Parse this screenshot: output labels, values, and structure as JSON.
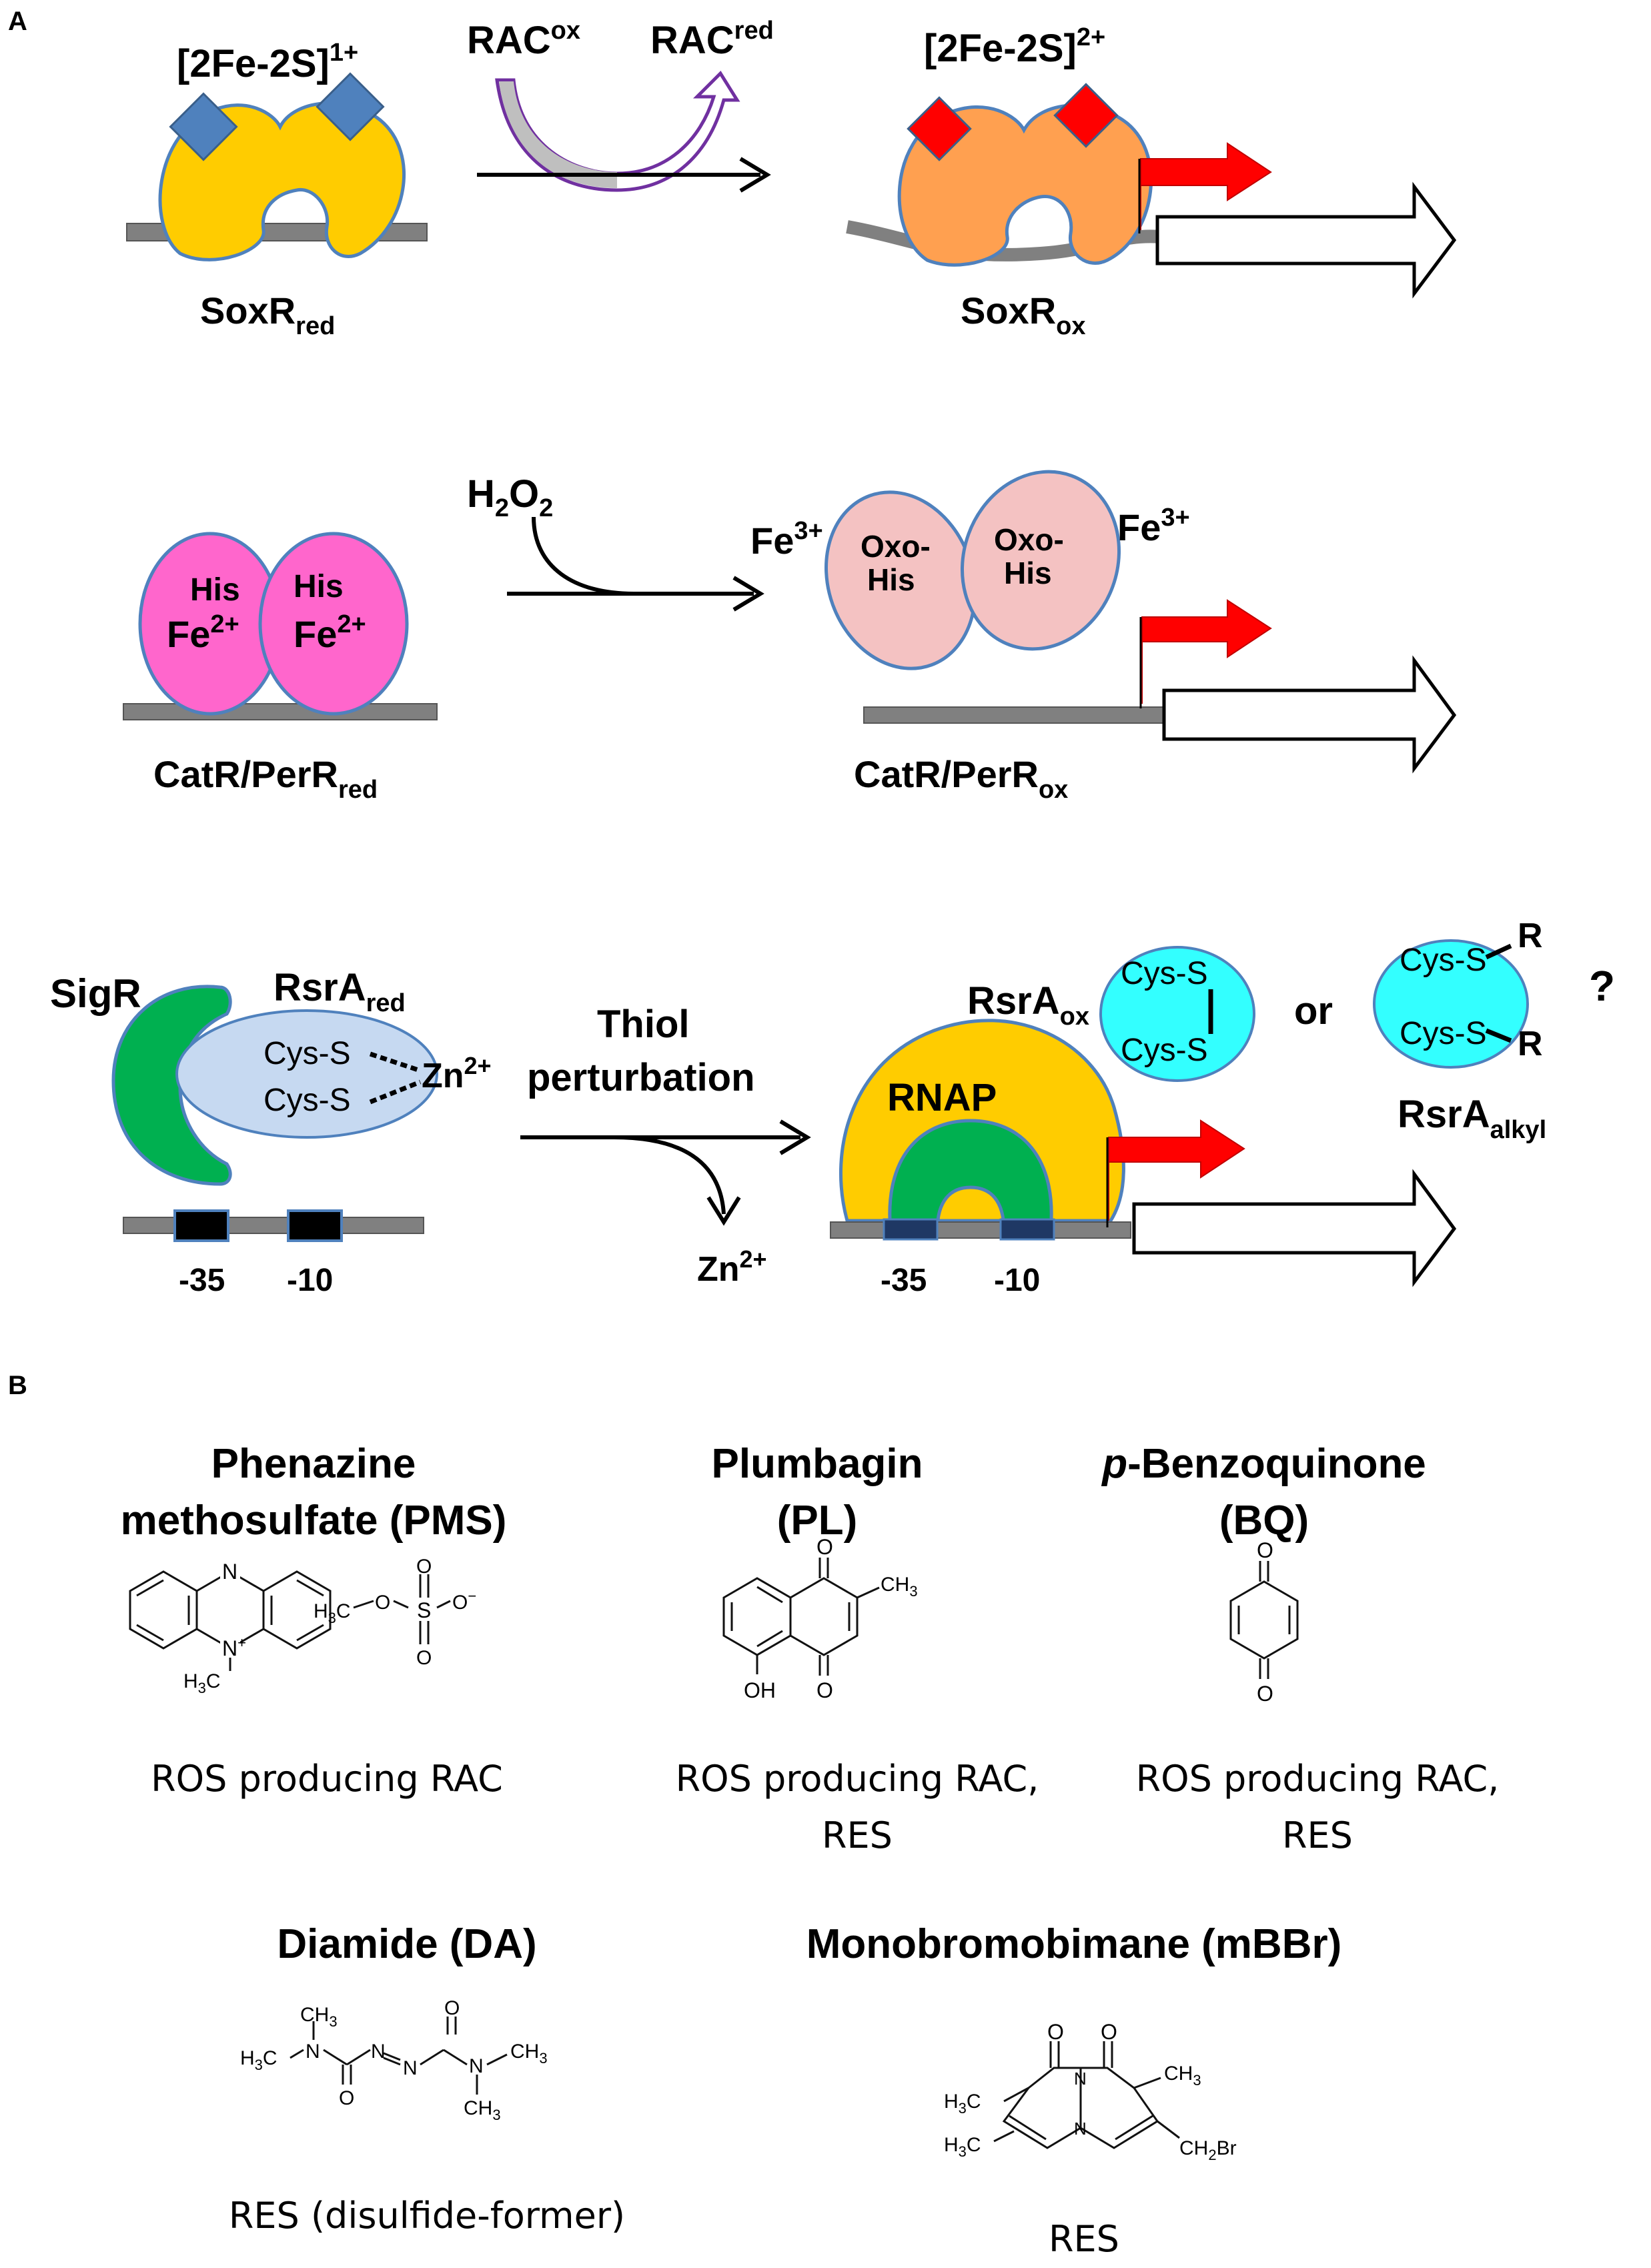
{
  "panelA": {
    "label": "A",
    "row1": {
      "cluster_red": "[2Fe-2S]",
      "cluster_red_sup": "1+",
      "rac_ox": "RAC",
      "rac_ox_sup": "ox",
      "rac_red": "RAC",
      "rac_red_sup": "red",
      "cluster_ox": "[2Fe-2S]",
      "cluster_ox_sup": "2+",
      "soxr_red": "SoxR",
      "soxr_red_sub": "red",
      "soxr_ox": "SoxR",
      "soxr_ox_sub": "ox"
    },
    "row2": {
      "h2o2_h": "H",
      "h2o2_sub1": "2",
      "h2o2_o": "O",
      "h2o2_sub2": "2",
      "his": "His",
      "fe2": "Fe",
      "fe2_sup": "2+",
      "fe3": "Fe",
      "fe3_sup": "3+",
      "oxo": "Oxo-",
      "oxo_his": "His",
      "catr_red": "CatR/PerR",
      "catr_red_sub": "red",
      "catr_ox": "CatR/PerR",
      "catr_ox_sub": "ox"
    },
    "row3": {
      "sigr": "SigR",
      "rsra_red": "RsrA",
      "rsra_red_sub": "red",
      "cys_s": "Cys-S",
      "zn": "Zn",
      "zn_sup": "2+",
      "thiol1": "Thiol",
      "thiol2": "perturbation",
      "minus35": "-35",
      "minus10": "-10",
      "rnap": "RNAP",
      "rsra_ox": "RsrA",
      "rsra_ox_sub": "ox",
      "or": "or",
      "r": "R",
      "question": "?",
      "rsra_alkyl": "RsrA",
      "rsra_alkyl_sub": "alkyl"
    },
    "colors": {
      "soxr_red": "#FFCC00",
      "soxr_ox": "#FFA050",
      "cluster_red": "#4F81BD",
      "cluster_ox": "#FF0000",
      "perr_red": "#FF66CC",
      "perr_ox": "#F4C2C2",
      "sigr": "#00B050",
      "rsra_red": "#C6D9F1",
      "rsra_ox": "#33FFFF",
      "rnap": "#FFCC00",
      "promoter_arrow": "#FF0000",
      "rac_arc": "#7030A0",
      "dna": "#808080"
    }
  },
  "panelB": {
    "label": "B",
    "pms": {
      "title1": "Phenazine",
      "title2": "methosulfate (PMS)",
      "desc": "ROS producing RAC",
      "atoms": {
        "n": "N",
        "n_plus": "N",
        "plus": "+",
        "h3c": "H",
        "c": "C",
        "three": "3",
        "o": "O",
        "s": "S",
        "minus": "−"
      }
    },
    "pl": {
      "title1": "Plumbagin",
      "title2": "(PL)",
      "desc1": "ROS producing RAC,",
      "desc2": "RES",
      "atoms": {
        "o": "O",
        "oh": "OH",
        "ch": "CH",
        "three": "3"
      }
    },
    "bq": {
      "title_italic": "p",
      "title_rest": "-Benzoquinone",
      "title2": "(BQ)",
      "desc1": "ROS producing RAC,",
      "desc2": "RES",
      "atoms": {
        "o": "O"
      }
    },
    "da": {
      "title": "Diamide (DA)",
      "desc": "RES (disulfide-former)",
      "atoms": {
        "ch": "CH",
        "three": "3",
        "h": "H",
        "c": "C",
        "n": "N",
        "o": "O"
      }
    },
    "mbbr": {
      "title": "Monobromobimane (mBBr)",
      "desc": "RES",
      "atoms": {
        "o": "O",
        "n": "N",
        "h": "H",
        "c": "C",
        "ch": "CH",
        "three": "3",
        "two": "2",
        "br": "Br"
      }
    }
  }
}
